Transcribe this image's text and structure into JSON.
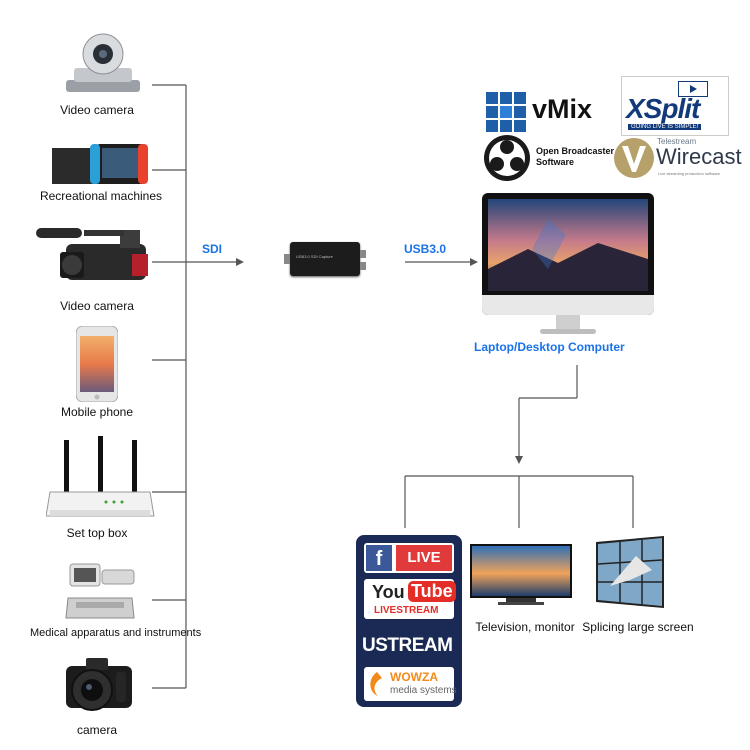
{
  "sources": [
    {
      "label": "Video camera",
      "icon": "ptz-camera-icon"
    },
    {
      "label": "Recreational machines",
      "icon": "game-console-icon"
    },
    {
      "label": "Video camera",
      "icon": "camcorder-icon"
    },
    {
      "label": "Mobile phone",
      "icon": "mobile-phone-icon"
    },
    {
      "label": "Set top box",
      "icon": "router-icon"
    },
    {
      "label": "Medical apparatus and instruments",
      "icon": "medical-device-icon"
    },
    {
      "label": "camera",
      "icon": "dslr-camera-icon"
    }
  ],
  "links": {
    "sdi": "SDI",
    "usb": "USB3.0"
  },
  "capture_device": {
    "label": "USB3.0 SDI Capture"
  },
  "software": {
    "vmix": "vMix",
    "xsplit": "XSplit",
    "xsplit_tagline": "GOING LIVE IS SIMPLE!",
    "obs_line1": "Open Broadcaster",
    "obs_line2": "Software",
    "wirecast_brand": "Telestream",
    "wirecast": "Wirecast",
    "wirecast_tagline": "Live streaming production software"
  },
  "computer": {
    "label": "Laptop/Desktop Computer"
  },
  "outputs": {
    "streaming": {
      "facebook_live": "LIVE",
      "youtube_you": "You",
      "youtube_tube": "Tube",
      "youtube_live": "LIVESTREAM",
      "ustream": "USTREAM",
      "wowza": "WOWZA",
      "wowza_sub": "media systems"
    },
    "tv": {
      "label": "Television, monitor"
    },
    "video_wall": {
      "label": "Splicing large screen"
    }
  },
  "colors": {
    "link_blue": "#1a73e8",
    "line": "#555555"
  }
}
